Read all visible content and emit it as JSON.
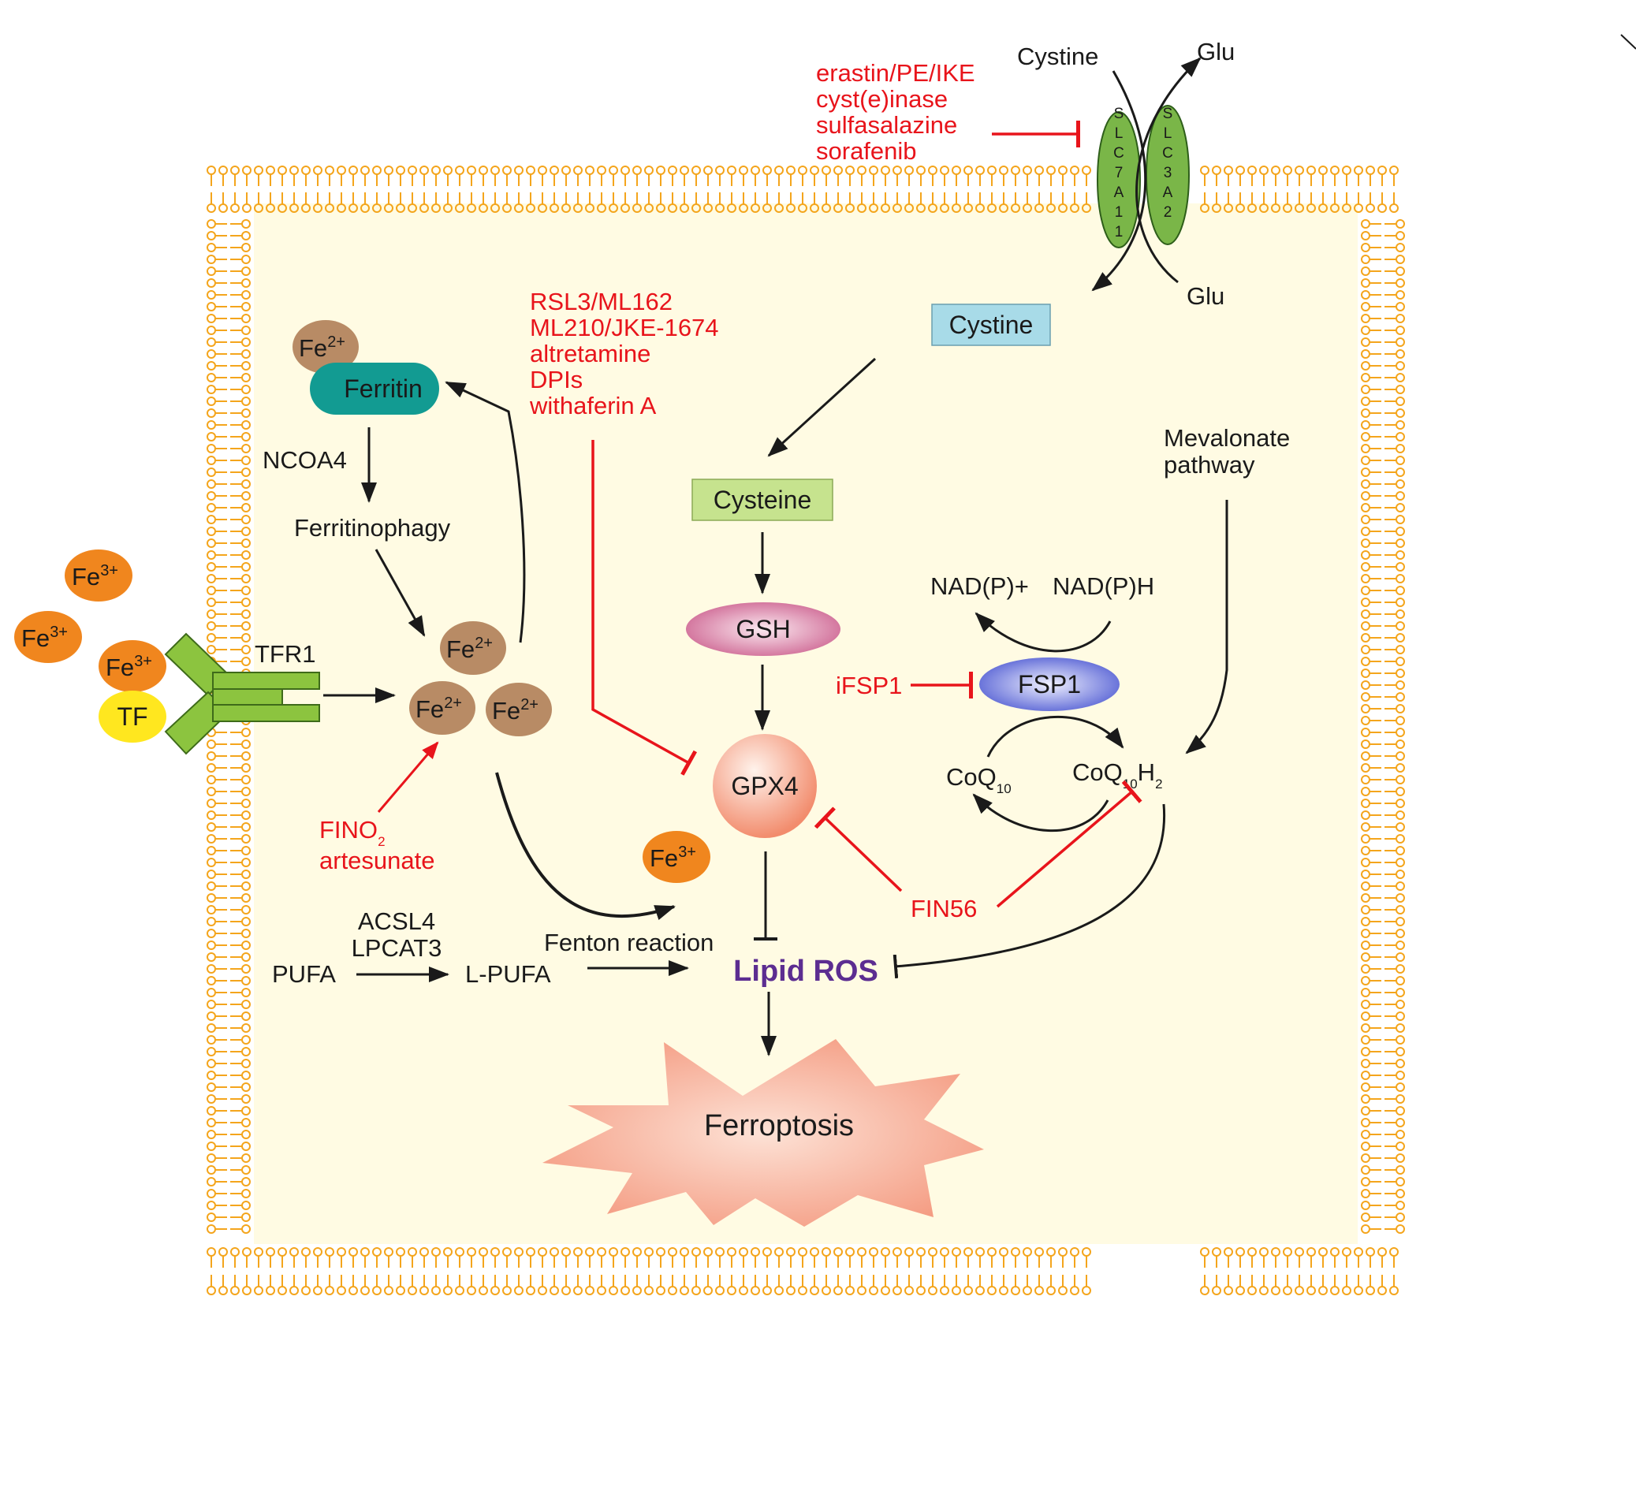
{
  "colors": {
    "membrane": "#f4a51c",
    "cytoplasm": "#fffbe3",
    "inhibitor": "#e8141b",
    "arrow": "#1a1a1a",
    "ferric": "#f0861e",
    "ferrous": "#b88b65",
    "ferritin": "#129b92",
    "transporter": "#7ab648",
    "tfr1": "#8cc43f",
    "tf": "#ffe71f",
    "lipid_ros": "#5c2d91",
    "cystine_box": "#a8dbe8",
    "cysteine_box": "#c6e38e",
    "gsh": "#d9739c",
    "fsp1": "#6c77d9",
    "gpx4": "#f5987a",
    "ferroptosis": "#f6a38a"
  },
  "transporter": {
    "cystine_out": "Cystine",
    "glu_out": "Glu",
    "glu_in": "Glu",
    "slc7a11": [
      "S",
      "L",
      "C",
      "7",
      "A",
      "1",
      "1"
    ],
    "slc3a2": [
      "S",
      "L",
      "C",
      "3",
      "A",
      "2"
    ]
  },
  "inhibitors_xc": [
    "erastin/PE/IKE",
    "cyst(e)inase",
    "sulfasalazine",
    "sorafenib"
  ],
  "inhibitors_gpx4": [
    "RSL3/ML162",
    "ML210/JKE-1674",
    "altretamine",
    "DPIs",
    "withaferin A"
  ],
  "iron": {
    "fe2": "Fe",
    "fe2_charge": "2+",
    "fe3": "Fe",
    "fe3_charge": "3+",
    "ferritin": "Ferritin",
    "ncoa4": "NCOA4",
    "ferritinophagy": "Ferritinophagy",
    "tfr1": "TFR1",
    "tf": "TF",
    "fino2_base": "FINO",
    "fino2_sub": "2",
    "artesunate": "artesunate"
  },
  "pathway": {
    "cystine": "Cystine",
    "cysteine": "Cysteine",
    "gsh": "GSH",
    "gpx4": "GPX4",
    "lipid_ros": "Lipid ROS",
    "ferroptosis": "Ferroptosis",
    "pufa": "PUFA",
    "acsl4": "ACSL4",
    "lpcat3": "LPCAT3",
    "l_pufa": "L-PUFA",
    "fenton": "Fenton reaction"
  },
  "fsp1_axis": {
    "mevalonate_line1": "Mevalonate",
    "mevalonate_line2": "pathway",
    "nadp_plus": "NAD(P)+",
    "nadph": "NAD(P)H",
    "fsp1": "FSP1",
    "ifsp1": "iFSP1",
    "coq_base": "CoQ",
    "coq_sub": "10",
    "coqh2_base": "CoQ",
    "coqh2_sub": "10",
    "coqh2_h": "H",
    "coqh2_h_sub": "2",
    "fin56": "FIN56"
  }
}
